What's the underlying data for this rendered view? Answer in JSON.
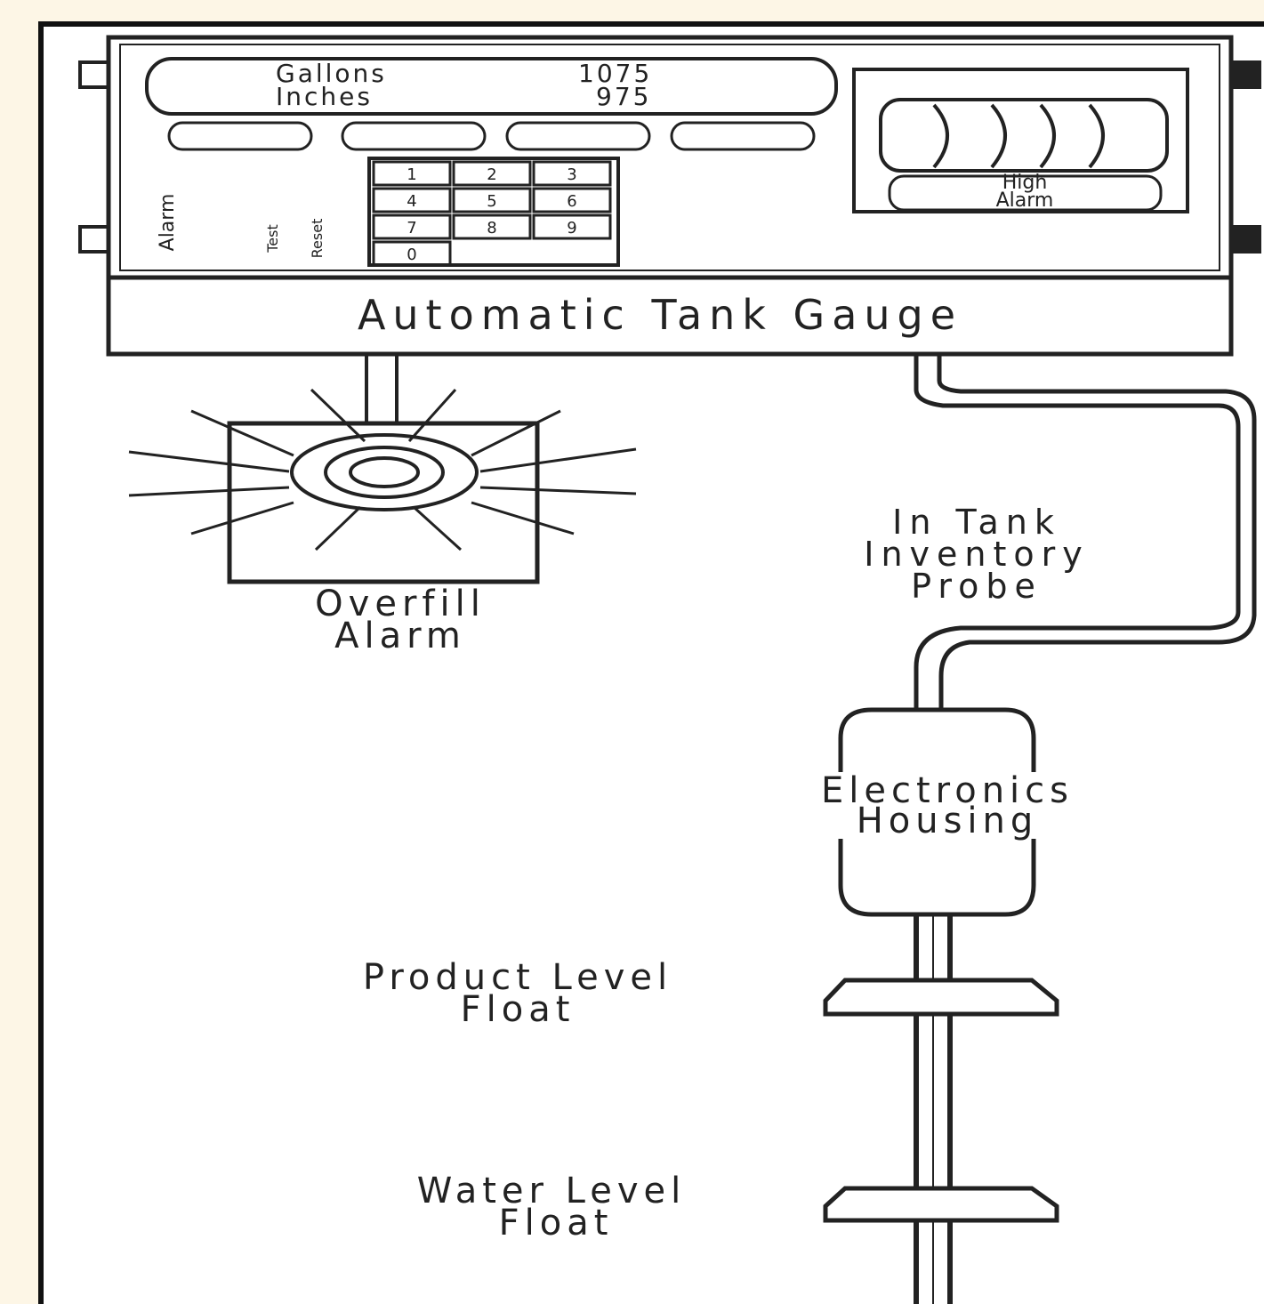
{
  "display": {
    "row1_label": "Gallons",
    "row1_value": "1075",
    "row2_label": "Inches",
    "row2_value": "975"
  },
  "keypad": {
    "keys": [
      "1",
      "2",
      "3",
      "4",
      "5",
      "6",
      "7",
      "8",
      "9",
      "0"
    ]
  },
  "side_labels": {
    "left": "Alarm",
    "middle_1": "Test",
    "middle_2": "Reset"
  },
  "high_alarm": {
    "line1": "High",
    "line2": "Alarm"
  },
  "gauge_label": "Automatic Tank Gauge",
  "overfill": {
    "line1": "Overfill",
    "line2": "Alarm"
  },
  "probe_label": {
    "line1": "In Tank",
    "line2": "Inventory",
    "line3": "Probe"
  },
  "housing_label": {
    "line1": "Electronics",
    "line2": "Housing"
  },
  "product_float": {
    "line1": "Product Level",
    "line2": "Float"
  },
  "water_float": {
    "line1": "Water Level",
    "line2": "Float"
  },
  "colors": {
    "background": "#fdf6e6",
    "frame_fill": "#ffffff",
    "ink": "#222222"
  }
}
